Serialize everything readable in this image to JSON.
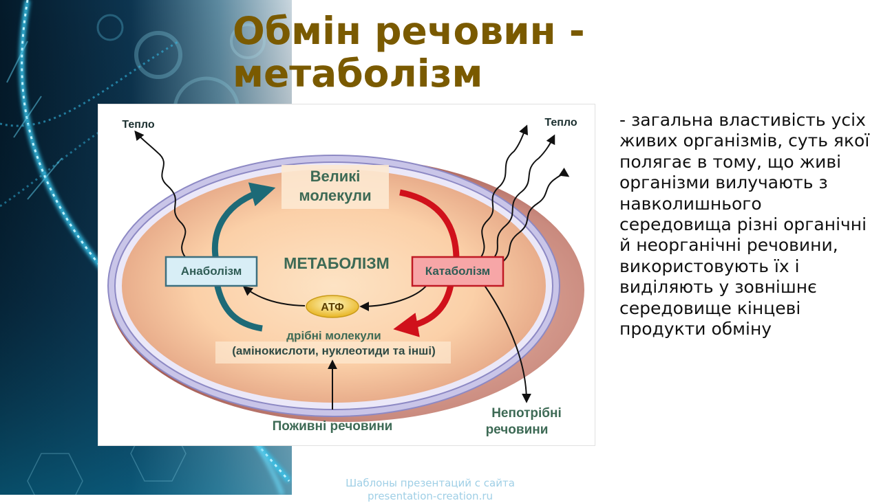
{
  "slide": {
    "title": "Обмін речовин - метаболізм",
    "description": "- загальна властивість усіх живих організмів, суть якої полягає в тому, що живі організми вилучають з навколишнього середовища різні органічні й неорганічні речовини, використовують їх і виділяють у зовнішнє середовище кінцеві продукти обміну",
    "footer_line1": "Шаблоны презентаций с сайта",
    "footer_line2": "presentation-creation.ru"
  },
  "diagram": {
    "heat_left": "Тепло",
    "heat_right": "Тепло",
    "large_molecules_line1": "Великі",
    "large_molecules_line2": "молекули",
    "metabolism": "МЕТАБОЛІЗМ",
    "anabolism": "Анаболізм",
    "catabolism": "Катаболізм",
    "atp": "АТФ",
    "small_molecules_line1": "дрібні  молекули",
    "small_molecules_line2": "(амінокислоти, нуклеотиди та інші)",
    "nutrients": "Поживні речовини",
    "waste_line1": "Непотрібні",
    "waste_line2": "речовини"
  },
  "colors": {
    "title": "#7a5a00",
    "anabolism_arrow": "#1d6a77",
    "catabolism_arrow": "#d0111b",
    "diagram_text": "#3d6a55"
  }
}
